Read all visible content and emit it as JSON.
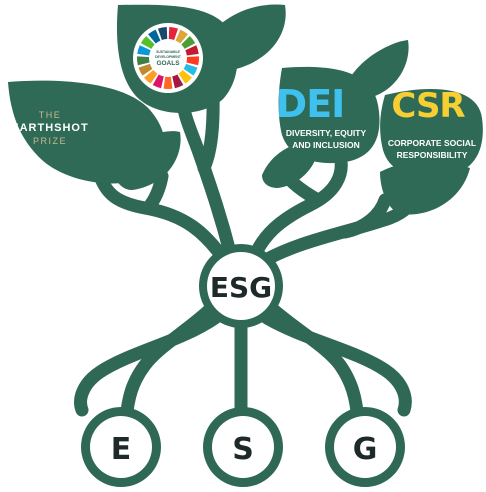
{
  "colors": {
    "tree_green": "#2f6955",
    "leaf_green": "#2e6a56",
    "earthshot_gold": "#c9b892",
    "dei_blue": "#3fc1f0",
    "csr_yellow": "#f7cf33",
    "white": "#ffffff",
    "dark_text": "#1e2a2a"
  },
  "earthshot": {
    "line1": "THE",
    "line2": "EARTHSHOT",
    "line3": "PRIZE"
  },
  "sdg": {
    "logo_line1": "SUSTAINABLE",
    "logo_line2": "DEVELOPMENT",
    "logo_line3": "GOALS"
  },
  "dei": {
    "acronym": "DEI",
    "line1": "DIVERSITY, EQUITY",
    "line2": "AND INCLUSION"
  },
  "csr": {
    "acronym": "CSR",
    "line1": "CORPORATE SOCIAL",
    "line2": "RESPONSIBILITY"
  },
  "hub": {
    "label": "ESG"
  },
  "roots": [
    {
      "label": "E"
    },
    {
      "label": "S"
    },
    {
      "label": "G"
    }
  ]
}
